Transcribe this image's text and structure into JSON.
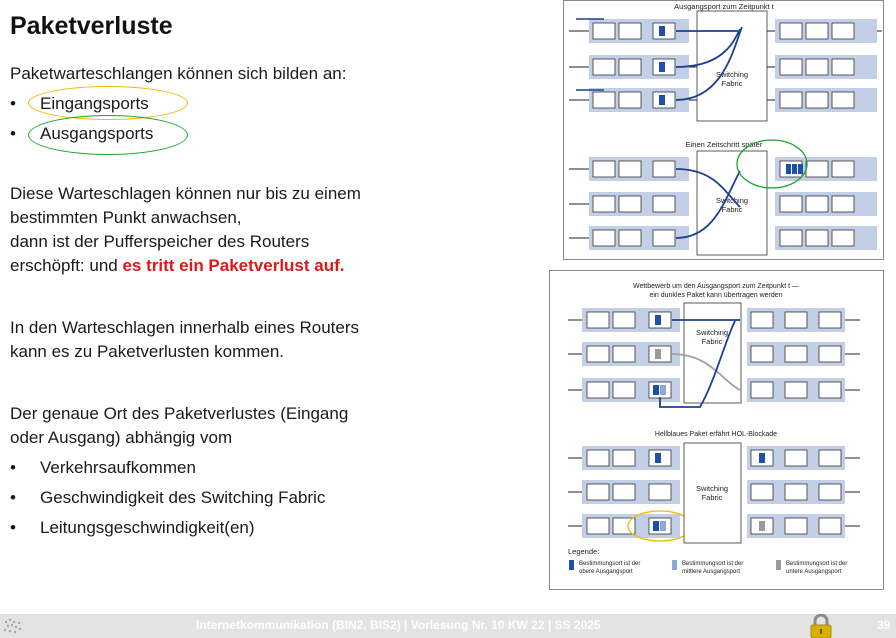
{
  "title": "Paketverluste",
  "intro": "Paketwarteschlangen können sich bilden an:",
  "queue_locations": [
    "Eingangsports",
    "Ausgangsports"
  ],
  "para1_lines": [
    "Diese Warteschlagen können nur bis zu einem",
    "bestimmten Punkt anwachsen,",
    "dann ist der Pufferspeicher des Routers"
  ],
  "para1_last_prefix": "erschöpft: und ",
  "para1_highlight": "es tritt ein Paketverlust  auf.",
  "para2_lines": [
    "In den Warteschlagen innerhalb eines Routers",
    "kann es zu Paketverlusten kommen."
  ],
  "para3_lines": [
    "Der genaue Ort des Paketverlustes (Eingang",
    "oder Ausgang) abhängig vom"
  ],
  "factors": [
    "Verkehrsaufkommen",
    "Geschwindigkeit des Switching Fabric",
    "Leitungsgeschwindigkeit(en)"
  ],
  "figure_top": {
    "caption1": "Ausgangsport zum Zeitpunkt t",
    "caption2": "Einen Zeitschritt später",
    "fabric_line1": "Switching",
    "fabric_line2": "Fabric"
  },
  "figure_bottom": {
    "caption1a": "Wettbewerb um den Ausgangsport zum Zeitpunkt t —",
    "caption1b": "ein dunkles Paket kann übertragen werden",
    "caption2": "Hellblaues Paket erfährt HOL-Blockade",
    "fabric_line1": "Switching",
    "fabric_line2": "Fabric",
    "legend_title": "Legende:",
    "legend": [
      {
        "line1": "Bestimmungsort ist der",
        "line2": "obere Ausgangsport"
      },
      {
        "line1": "Bestimmungsort ist der",
        "line2": "mittlere Ausgangsport"
      },
      {
        "line1": "Bestimmungsort ist der",
        "line2": "untere Ausgangsport"
      }
    ]
  },
  "footer": {
    "text": "Internetkommunikation (BIN2, BIS2) | Vorlesung Nr. 10 KW 22 | SS 2025",
    "page": "39"
  },
  "colors": {
    "highlight_red": "#e0161b",
    "ellipse_yellow": "#f2b800",
    "ellipse_green": "#1fa32e",
    "port_band": "#c3cfe6",
    "packet_blue": "#1f4fa8",
    "arrow_blue": "#1c3f94"
  }
}
